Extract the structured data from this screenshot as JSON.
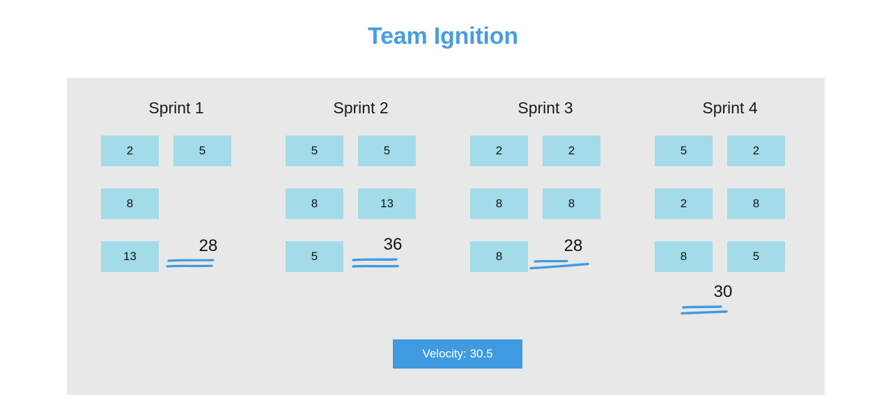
{
  "page_title": "Team Ignition",
  "colors": {
    "title": "#4a9cdf",
    "panel_background": "#e8e8e8",
    "card": "#a3dbe8",
    "badge": "#3f9ae0",
    "underline": "#3f9ae0",
    "page_background": "#ffffff"
  },
  "velocity_badge": {
    "label": "Velocity: 30.5",
    "value": 30.5
  },
  "chart_data": {
    "type": "table",
    "title": "Team Ignition",
    "xlabel": "",
    "ylabel": "",
    "categories": [
      "Sprint 1",
      "Sprint 2",
      "Sprint 3",
      "Sprint 4"
    ],
    "series": [
      {
        "name": "Sprint total",
        "values": [
          28,
          36,
          28,
          30
        ]
      }
    ],
    "story_points_per_sprint": {
      "Sprint 1": [
        2,
        5,
        8,
        13
      ],
      "Sprint 2": [
        5,
        5,
        8,
        13,
        5
      ],
      "Sprint 3": [
        2,
        2,
        8,
        8,
        8
      ],
      "Sprint 4": [
        5,
        2,
        2,
        8,
        8,
        5
      ]
    },
    "velocity": 30.5,
    "legend": [],
    "grid": false
  },
  "columns": [
    {
      "header": "Sprint 1",
      "cards": [
        {
          "value": "2",
          "row": 0,
          "side": "left"
        },
        {
          "value": "5",
          "row": 0,
          "side": "right"
        },
        {
          "value": "8",
          "row": 1,
          "side": "left"
        },
        {
          "value": "13",
          "row": 2,
          "side": "left"
        }
      ],
      "total": "28"
    },
    {
      "header": "Sprint 2",
      "cards": [
        {
          "value": "5",
          "row": 0,
          "side": "left"
        },
        {
          "value": "5",
          "row": 0,
          "side": "right"
        },
        {
          "value": "8",
          "row": 1,
          "side": "left"
        },
        {
          "value": "13",
          "row": 1,
          "side": "right"
        },
        {
          "value": "5",
          "row": 2,
          "side": "left"
        }
      ],
      "total": "36"
    },
    {
      "header": "Sprint 3",
      "cards": [
        {
          "value": "2",
          "row": 0,
          "side": "left"
        },
        {
          "value": "2",
          "row": 0,
          "side": "right"
        },
        {
          "value": "8",
          "row": 1,
          "side": "left"
        },
        {
          "value": "8",
          "row": 1,
          "side": "right"
        },
        {
          "value": "8",
          "row": 2,
          "side": "left"
        }
      ],
      "total": "28"
    },
    {
      "header": "Sprint 4",
      "cards": [
        {
          "value": "5",
          "row": 0,
          "side": "left"
        },
        {
          "value": "2",
          "row": 0,
          "side": "right"
        },
        {
          "value": "2",
          "row": 1,
          "side": "left"
        },
        {
          "value": "8",
          "row": 1,
          "side": "right"
        },
        {
          "value": "8",
          "row": 2,
          "side": "left"
        },
        {
          "value": "5",
          "row": 2,
          "side": "right"
        }
      ],
      "total": "30"
    }
  ]
}
